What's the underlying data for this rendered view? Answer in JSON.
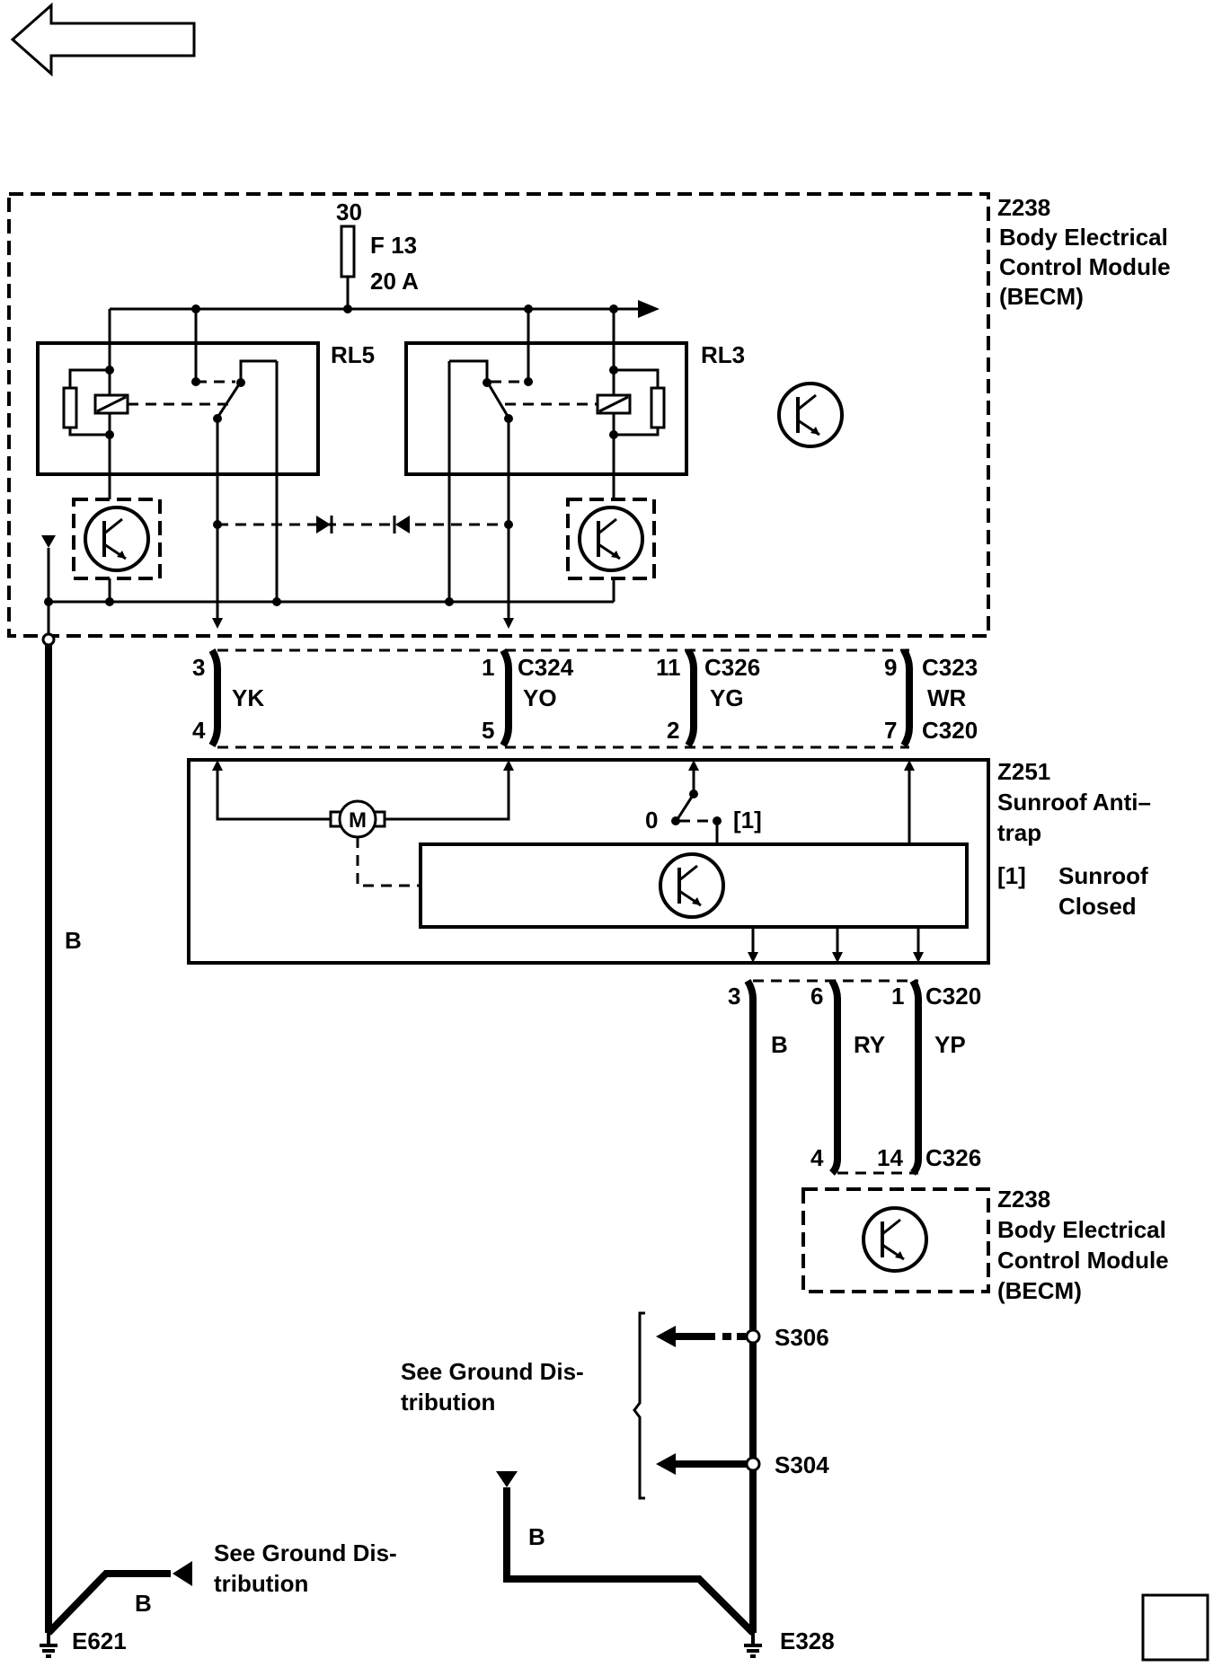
{
  "nav": {
    "back_arrow_icon": "left-arrow-outline-icon"
  },
  "modules": {
    "becm_top": {
      "code": "Z238",
      "name_line1": "Body Electrical",
      "name_line2": "Control Module",
      "name_line3": "(BECM)"
    },
    "antitrap": {
      "code": "Z251",
      "name_line1": "Sunroof Anti–",
      "name_line2": "trap"
    },
    "becm_bottom": {
      "code": "Z238",
      "name_line1": "Body Electrical",
      "name_line2": "Control Module",
      "name_line3": "(BECM)"
    }
  },
  "fuse": {
    "supply": "30",
    "name": "F 13",
    "rating": "20 A"
  },
  "relays": {
    "rl5": "RL5",
    "rl3": "RL3"
  },
  "connectors_top": {
    "pin_a_top": "3",
    "pin_a_bottom": "4",
    "wire_a": "YK",
    "pin_b_top": "1",
    "pin_b_bottom": "5",
    "conn_b": "C324",
    "wire_b": "YO",
    "pin_c_top": "11",
    "pin_c_bottom": "2",
    "conn_c": "C326",
    "wire_c": "YG",
    "pin_d_top": "9",
    "pin_d_bottom": "7",
    "conn_d_top": "C323",
    "wire_d": "WR",
    "conn_d_bottom": "C320"
  },
  "switch": {
    "pos0": "0",
    "pos1": "[1]",
    "motor": "M"
  },
  "notes": {
    "ref": "[1]",
    "line1": "Sunroof",
    "line2": "Closed"
  },
  "connectors_bottom": {
    "pin_top_1": "3",
    "pin_top_2": "6",
    "pin_top_3": "1",
    "conn_top": "C320",
    "wire_1": "B",
    "wire_2": "RY",
    "wire_3": "YP",
    "pin_bot_2": "4",
    "pin_bot_3": "14",
    "conn_bot": "C326"
  },
  "splices": {
    "s306": "S306",
    "s304": "S304"
  },
  "ground_note_right": {
    "line1": "See Ground Dis-",
    "line2": "tribution"
  },
  "ground_note_left": {
    "line1": "See Ground Dis-",
    "line2": "tribution"
  },
  "left_wire": "B",
  "left_branch_wire": "B",
  "right_branch_wire": "B",
  "grounds": {
    "e621": "E621",
    "e328": "E328"
  },
  "icons": {
    "transistor": "transistor-icon",
    "fuse": "fuse-icon",
    "diode": "diode-icon",
    "ground": "ground-symbol-icon",
    "motor": "motor-icon"
  }
}
